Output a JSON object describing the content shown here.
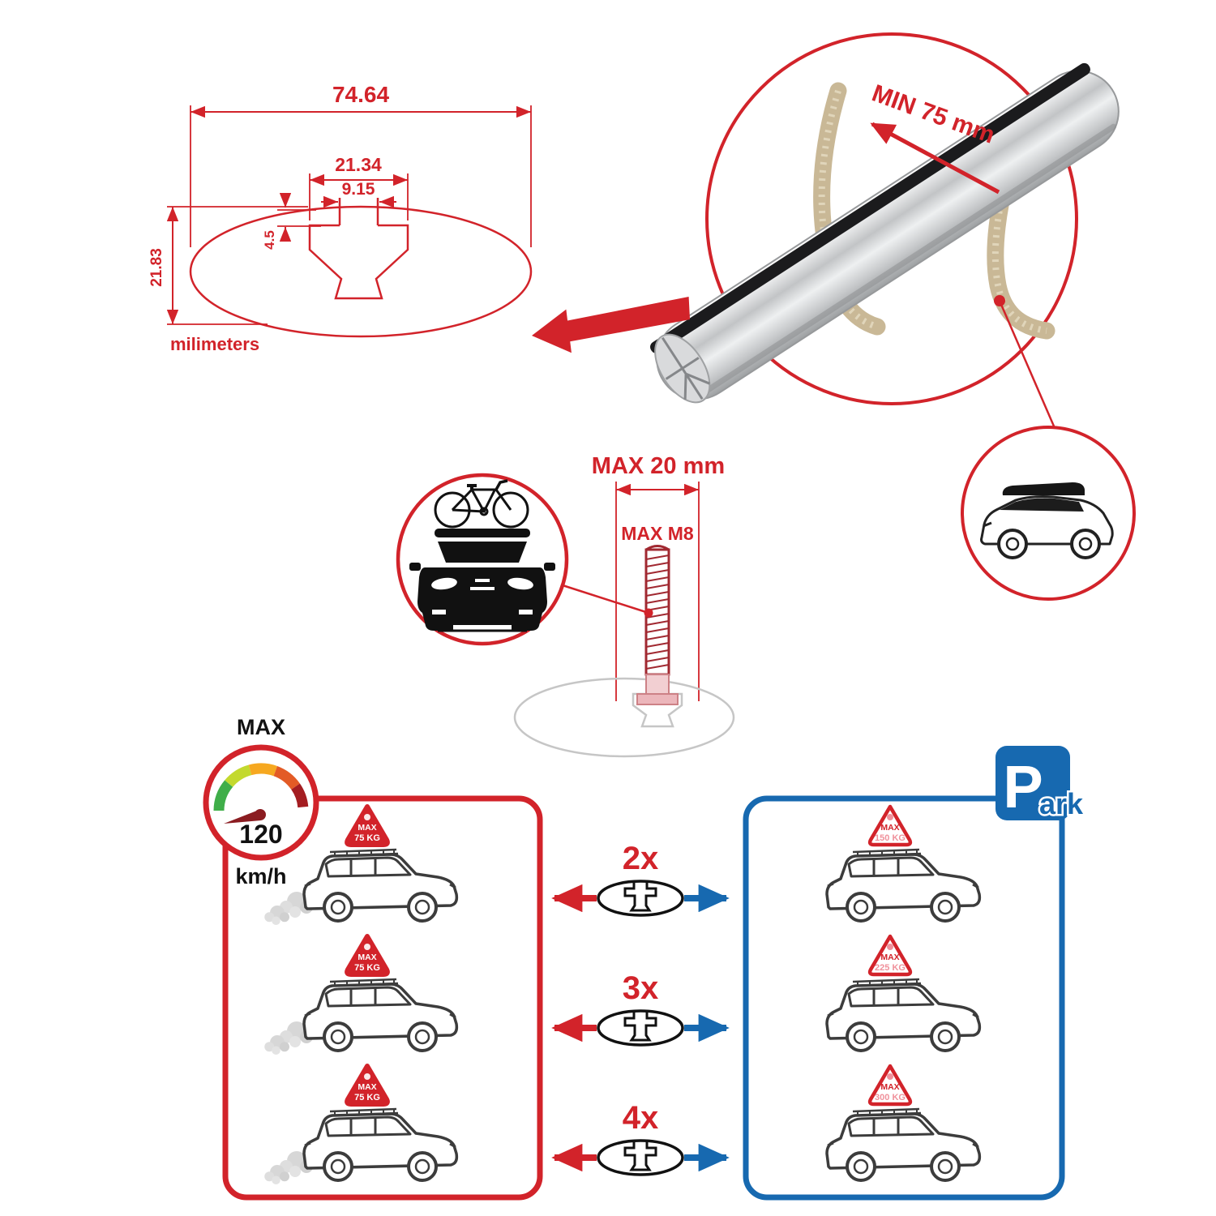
{
  "profile_dimensions": {
    "total_width": "74.64",
    "channel_width": "21.34",
    "slot_width": "9.15",
    "lip_depth": "4.5",
    "total_height": "21.83",
    "units": "milimeters"
  },
  "bar_detail": {
    "min_clamp_span": "MIN 75 mm"
  },
  "bolt": {
    "max_head_width": "MAX 20 mm",
    "max_thread": "MAX M8"
  },
  "speed": {
    "max_label": "MAX",
    "value": "120",
    "units": "km/h"
  },
  "parking": {
    "letter": "P",
    "rest": "ark"
  },
  "driving_cars": [
    {
      "max": "MAX",
      "weight": "75 KG"
    },
    {
      "max": "MAX",
      "weight": "75 KG"
    },
    {
      "max": "MAX",
      "weight": "75 KG"
    }
  ],
  "parked_cars": [
    {
      "max": "MAX",
      "weight": "150 KG"
    },
    {
      "max": "MAX",
      "weight": "225 KG"
    },
    {
      "max": "MAX",
      "weight": "300 KG"
    }
  ],
  "bar_counts": [
    {
      "label": "2x"
    },
    {
      "label": "3x"
    },
    {
      "label": "4x"
    }
  ],
  "colors": {
    "accent_red": "#d2232a",
    "accent_blue": "#1769b0",
    "tag_pink": "#f0919b"
  }
}
